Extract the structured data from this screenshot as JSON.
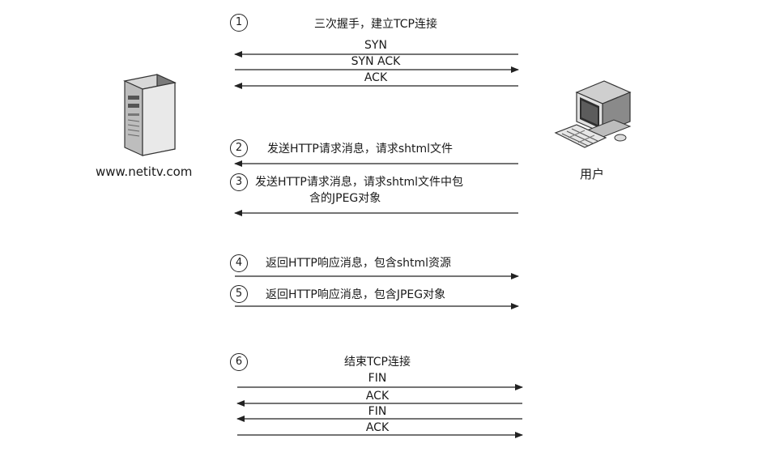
{
  "server": {
    "label": "www.netitv.com"
  },
  "client": {
    "label": "用户"
  },
  "steps": [
    {
      "num": "1",
      "title": "三次握手，建立TCP连接",
      "messages": [
        {
          "label": "SYN",
          "dir": "left"
        },
        {
          "label": "SYN ACK",
          "dir": "right"
        },
        {
          "label": "ACK",
          "dir": "left"
        }
      ]
    },
    {
      "num": "2",
      "title": "发送HTTP请求消息，请求shtml文件",
      "dir": "left"
    },
    {
      "num": "3",
      "title_line1": "发送HTTP请求消息，请求shtml文件中包",
      "title_line2": "含的JPEG对象",
      "dir": "left"
    },
    {
      "num": "4",
      "title": "返回HTTP响应消息，包含shtml资源",
      "dir": "right"
    },
    {
      "num": "5",
      "title": "返回HTTP响应消息，包含JPEG对象",
      "dir": "right"
    },
    {
      "num": "6",
      "title": "结束TCP连接",
      "messages": [
        {
          "label": "FIN",
          "dir": "right"
        },
        {
          "label": "ACK",
          "dir": "left"
        },
        {
          "label": "FIN",
          "dir": "left"
        },
        {
          "label": "ACK",
          "dir": "right"
        }
      ]
    }
  ],
  "icons": {
    "server": "server-tower-icon",
    "client": "desktop-computer-icon"
  }
}
